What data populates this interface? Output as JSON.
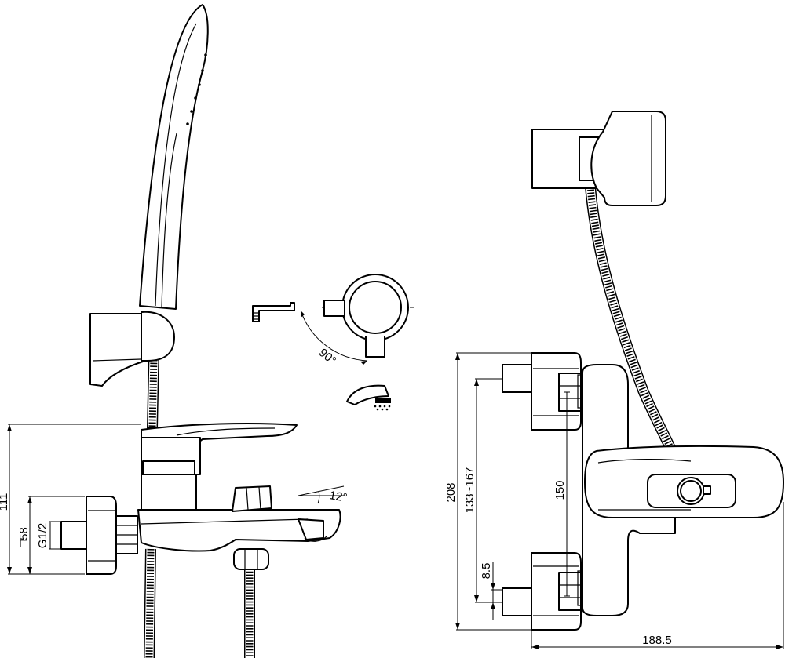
{
  "drawing": {
    "side_view": {
      "height_label": "111",
      "flange_label": "□58",
      "thread_label": "G1/2",
      "spout_angle_label": "12°"
    },
    "diverter_detail": {
      "rotation_label": "90°"
    },
    "front_view": {
      "overall_height_label": "208",
      "centre_range_label": "133~167",
      "centre_label": "150",
      "eccentric_label": "8.5",
      "projection_label": "188.5"
    }
  }
}
